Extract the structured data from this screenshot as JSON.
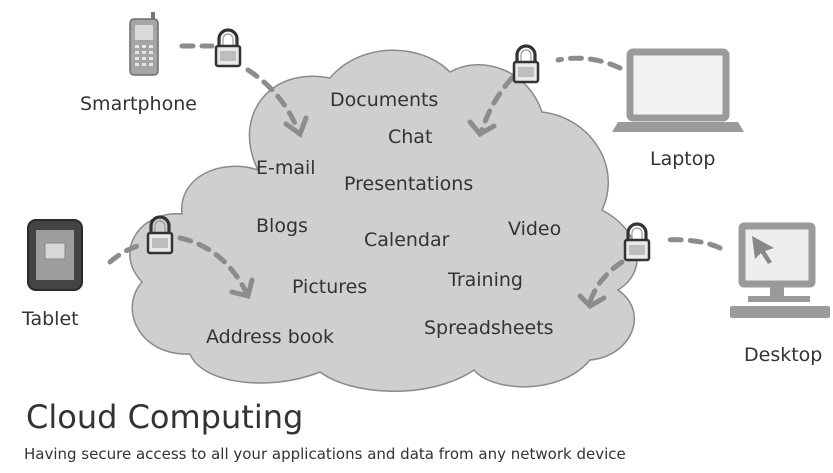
{
  "services": {
    "documents": "Documents",
    "chat": "Chat",
    "email": "E-mail",
    "presentations": "Presentations",
    "blogs": "Blogs",
    "calendar": "Calendar",
    "video": "Video",
    "pictures": "Pictures",
    "training": "Training",
    "address_book": "Address book",
    "spreadsheets": "Spreadsheets"
  },
  "devices": {
    "smartphone": "Smartphone",
    "laptop": "Laptop",
    "tablet": "Tablet",
    "desktop": "Desktop"
  },
  "icons": [
    "smartphone-icon",
    "laptop-icon",
    "tablet-icon",
    "desktop-icon",
    "padlock-icon",
    "cloud-shape"
  ],
  "colors": {
    "cloud_fill": "#cfcfcf",
    "cloud_stroke": "#8a8a8a",
    "device_gray": "#9a9a9a",
    "text": "#333333"
  },
  "heading": "Cloud Computing",
  "subtitle": "Having secure access to all your applications and data from any network device"
}
